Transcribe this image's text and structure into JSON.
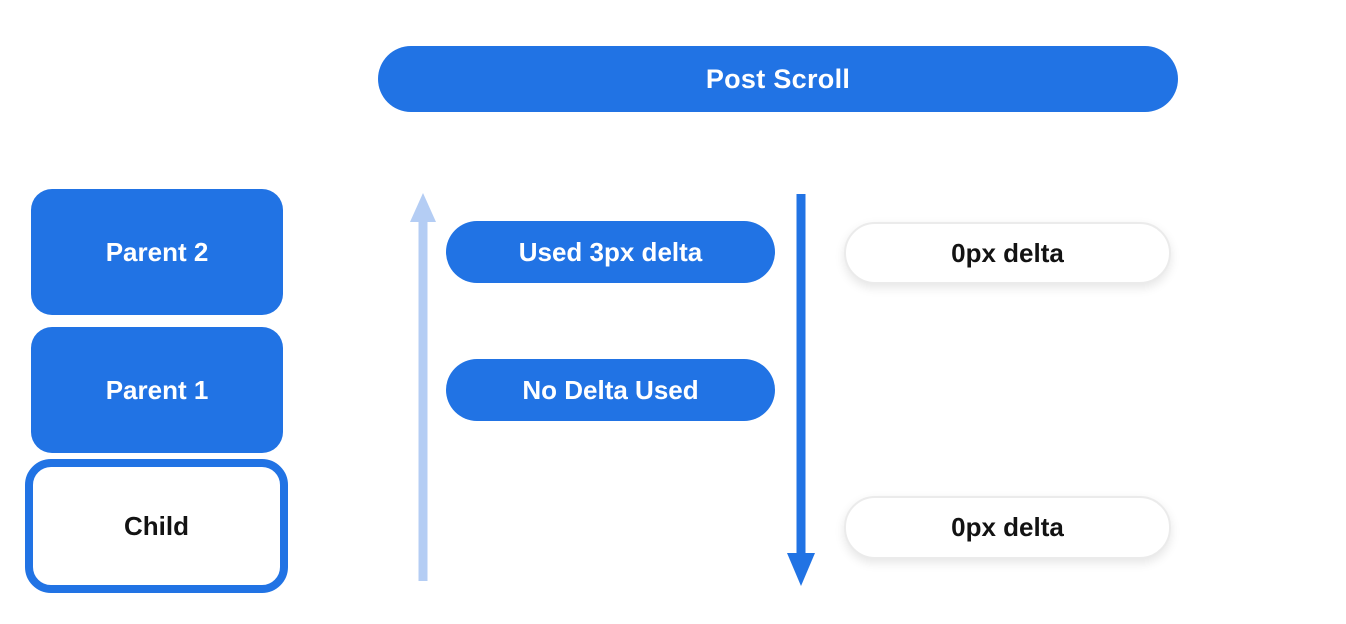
{
  "diagram": {
    "title": "Post Scroll",
    "description": "Scroll delta distribution diagram after a scroll event"
  },
  "header": {
    "label": "Post Scroll"
  },
  "tree": {
    "parent2_label": "Parent 2",
    "parent1_label": "Parent 1",
    "child_label": "Child"
  },
  "deltas": {
    "used_3px": "Used 3px delta",
    "no_delta": "No Delta Used",
    "zero_top": "0px delta",
    "zero_bottom": "0px delta"
  },
  "arrows": {
    "up": "upward-light-blue-arrow",
    "down": "downward-blue-arrow"
  },
  "colors": {
    "primary_blue": "#2173e4",
    "light_blue": "#b4cdf4",
    "white": "#ffffff",
    "text_dark": "#131313",
    "pill_border": "#ebebeb"
  }
}
